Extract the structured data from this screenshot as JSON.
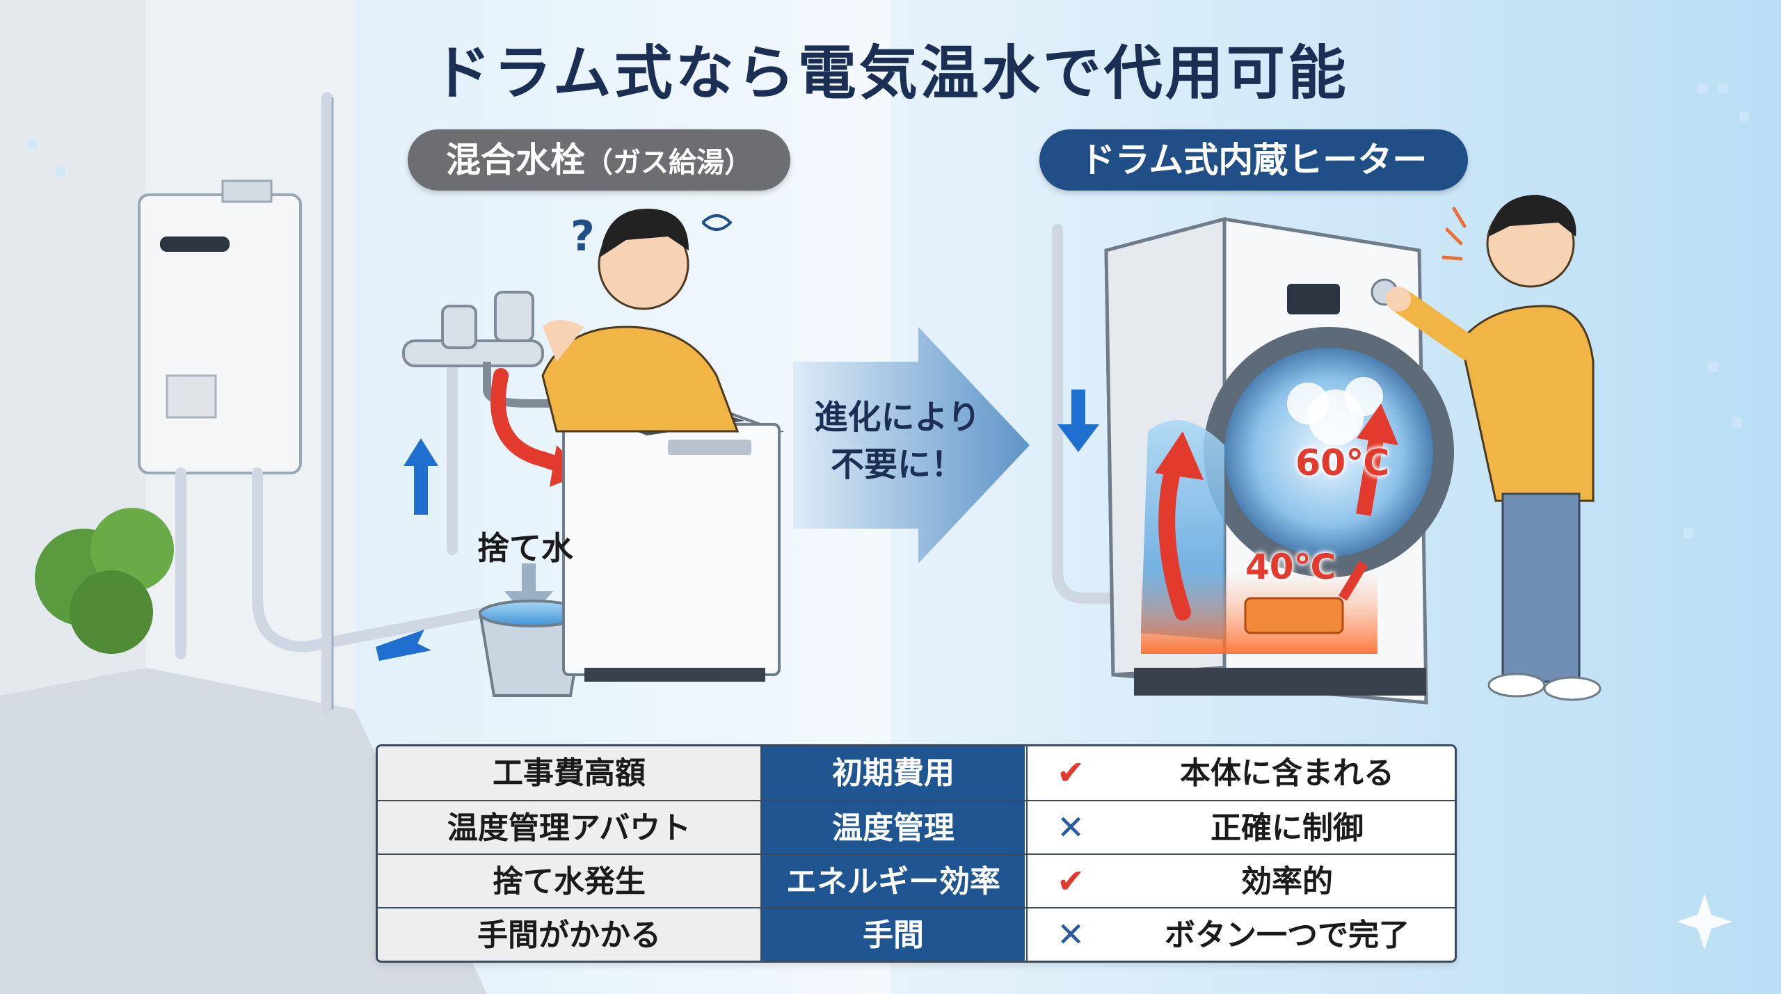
{
  "title": "ドラム式なら電気温水で代用可能",
  "left_panel": {
    "heading": "混合水栓",
    "heading_sub": "（ガス給湯）",
    "waste_water_label": "捨て水"
  },
  "arrow_text_line1": "進化により",
  "arrow_text_line2": "不要に！",
  "right_panel": {
    "heading": "ドラム式内蔵ヒーター",
    "temp_high": "60℃",
    "temp_low": "40℃"
  },
  "table": {
    "rows": [
      {
        "old": "工事費高額",
        "item": "初期費用",
        "mark": "check",
        "mark_symbol": "✔",
        "new": "本体に含まれる"
      },
      {
        "old": "温度管理アバウト",
        "item": "温度管理",
        "mark": "cross",
        "mark_symbol": "✕",
        "new": "正確に制御"
      },
      {
        "old": "捨て水発生",
        "item": "エネルギー効率",
        "mark": "check",
        "mark_symbol": "✔",
        "new": "効率的"
      },
      {
        "old": "手間がかかる",
        "item": "手間",
        "mark": "cross",
        "mark_symbol": "✕",
        "new": "ボタン一つで完了"
      }
    ]
  },
  "colors": {
    "title": "#1b2f55",
    "left_pill": "#6c6e72",
    "right_pill": "#1f4f86",
    "item_column": "#1f5591",
    "check": "#e23a2c",
    "cross": "#2a5c9c",
    "hot_arrow": "#e23a2c",
    "water_arrow": "#1f6fd0"
  }
}
